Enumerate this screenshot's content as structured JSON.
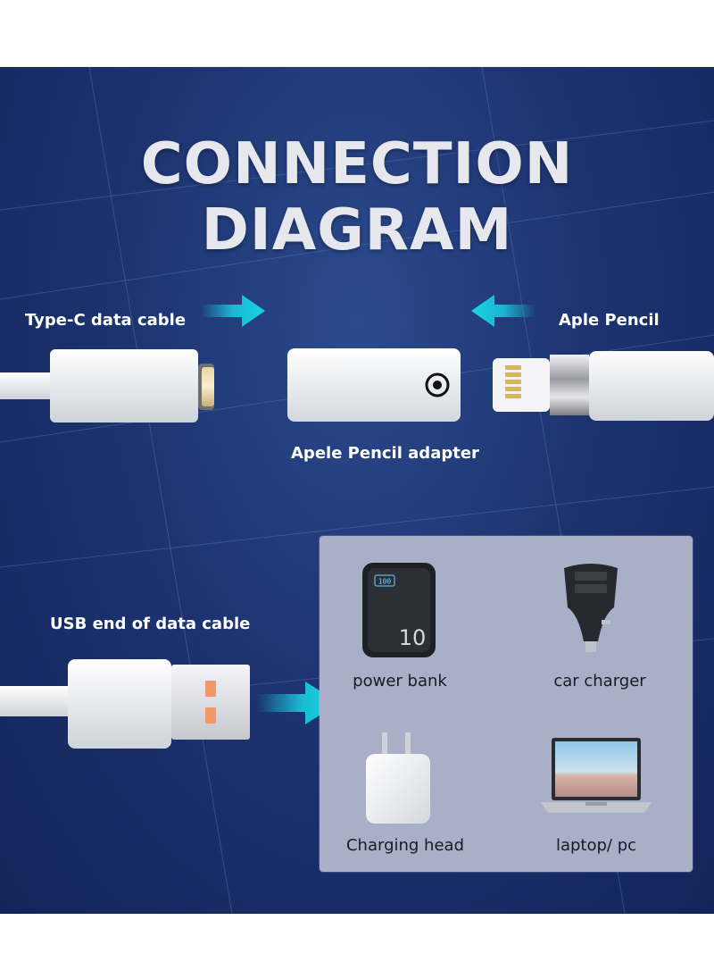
{
  "title": "CONNECTION DIAGRAM",
  "labels": {
    "typec": "Type-C data cable",
    "pencil": "Aple Pencil",
    "adapter": "Apele Pencil adapter",
    "usb": "USB end of data cable"
  },
  "devices": [
    {
      "label": "power bank",
      "screen": "100",
      "capacity": "10"
    },
    {
      "label": "car charger"
    },
    {
      "label": "Charging head"
    },
    {
      "label": "laptop/ pc"
    }
  ],
  "colors": {
    "background": "#1d3470",
    "arrow": "#19d4e6",
    "panel": "#a8afc7",
    "usb_pin": "#f0986a"
  }
}
